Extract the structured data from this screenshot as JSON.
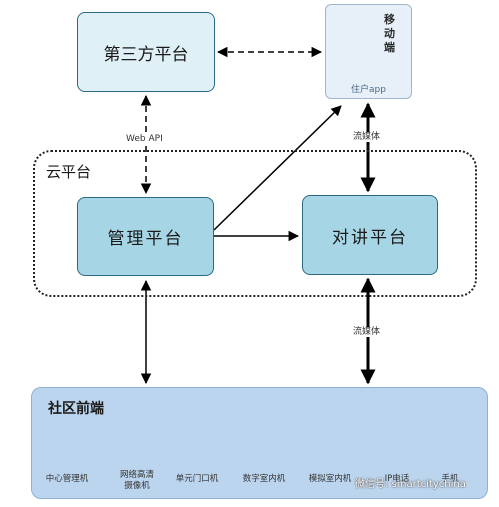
{
  "nodes": {
    "third_party": "第三方平台",
    "mobile_title": "移动端",
    "mobile_caption": "住户app",
    "cloud": "云平台",
    "management": "管理平台",
    "intercom": "对讲平台",
    "community": "社区前端"
  },
  "edges": {
    "web_api": "Web API",
    "stream_top": "流媒体",
    "stream_bottom": "流媒体"
  },
  "devices": [
    {
      "label": "中心管理机",
      "icon": "center-management-terminal-icon"
    },
    {
      "label": "网络高清\n摄像机",
      "icon": "hd-network-camera-icon"
    },
    {
      "label": "单元门口机",
      "icon": "unit-door-station-icon"
    },
    {
      "label": "数字室内机",
      "icon": "digital-indoor-monitor-icon"
    },
    {
      "label": "模拟室内机",
      "icon": "analog-indoor-unit-icon"
    },
    {
      "label": "IP电话",
      "icon": "ip-phone-icon"
    },
    {
      "label": "手机",
      "icon": "smartphone-icon"
    }
  ],
  "watermark": "微信号: smartcitychina"
}
